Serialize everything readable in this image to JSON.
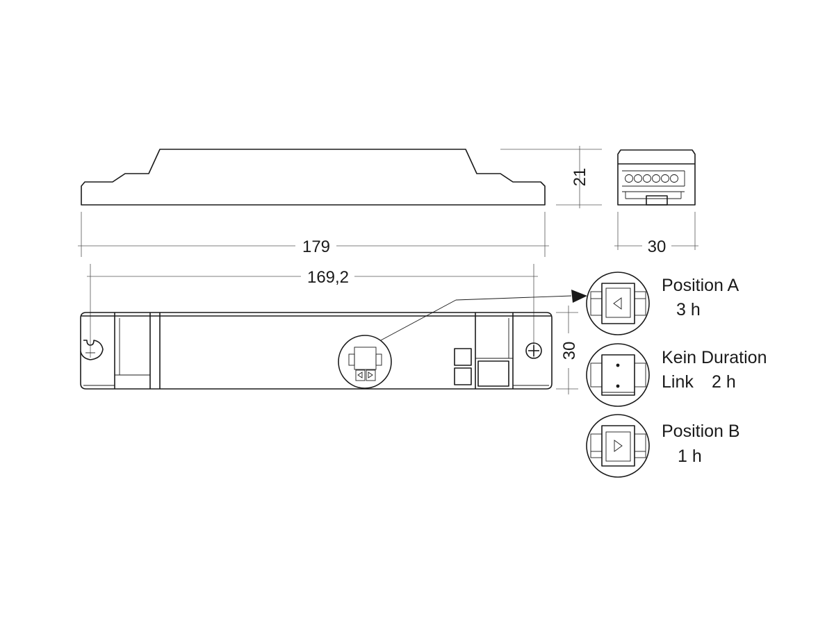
{
  "dimensions": {
    "length_total": "179",
    "length_mount": "169,2",
    "height": "21",
    "width_end": "30",
    "width_top": "30"
  },
  "switch_positions": [
    {
      "title": "Position A",
      "duration": "3 h"
    },
    {
      "title_line1": "Kein Duration",
      "line2_left": "Link",
      "line2_right": "2 h"
    },
    {
      "title": "Position B",
      "duration": "1 h"
    }
  ]
}
